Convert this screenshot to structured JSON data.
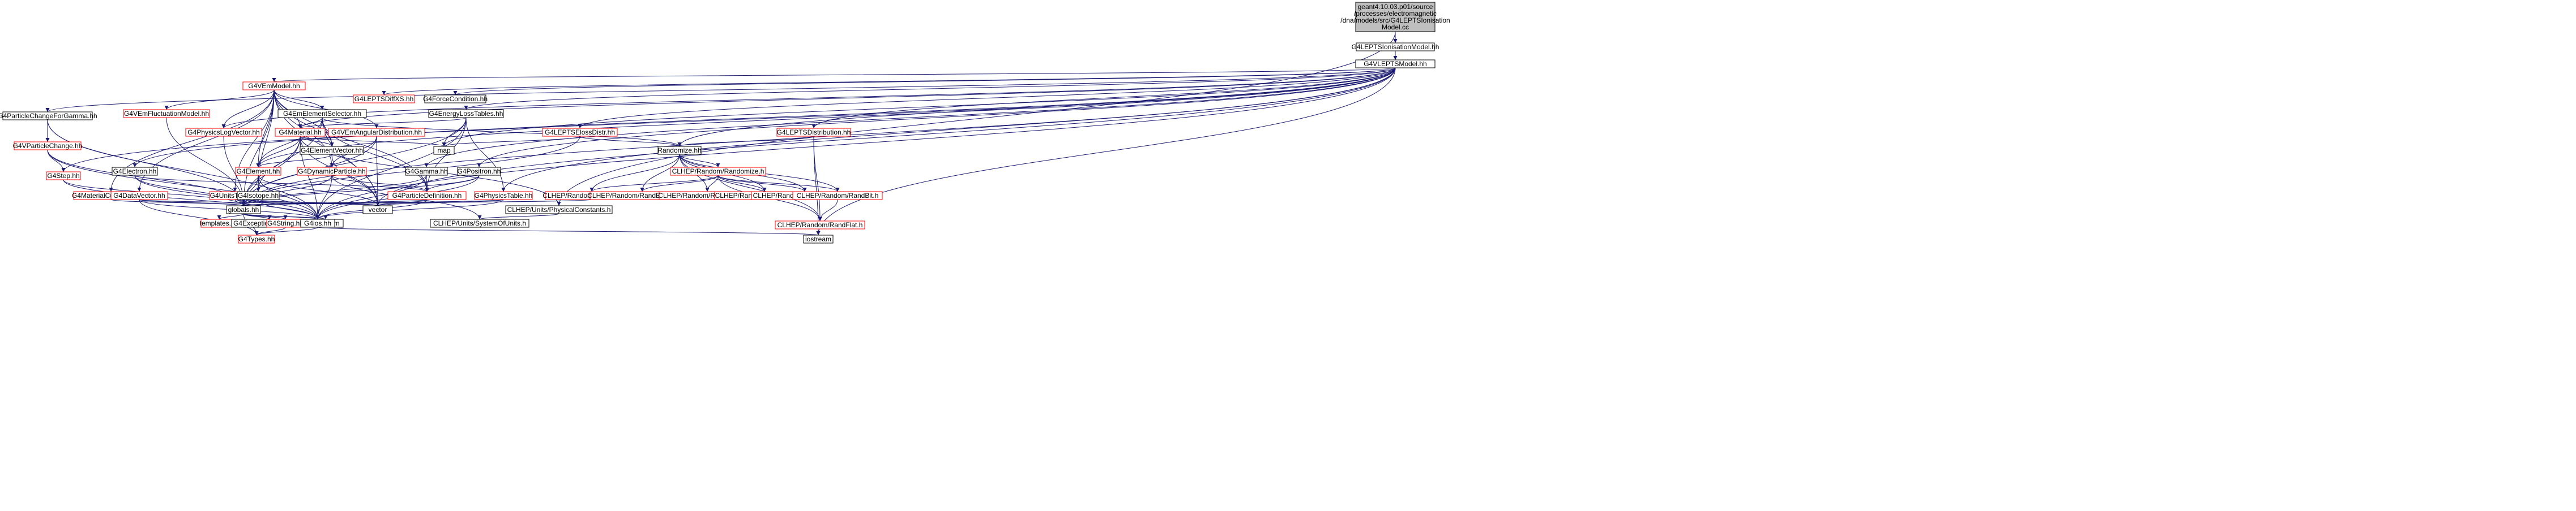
{
  "diagram": {
    "type": "include-dependency-graph",
    "colors": {
      "edge": "#191970",
      "root_fill": "#bfbfbf",
      "missing_border": "#ff0000",
      "node_border": "#000000"
    },
    "nodes": [
      {
        "id": "root",
        "label": [
          "geant4.10.03.p01/source",
          "/processes/electromagnetic",
          "/dna/models/src/G4LEPTSIonisation",
          "Model.cc"
        ],
        "style": "root"
      },
      {
        "id": "ionmodel",
        "label": [
          "G4LEPTSIonisationModel.hh"
        ],
        "style": "plain"
      },
      {
        "id": "vmodel",
        "label": [
          "G4VLEPTSModel.hh"
        ],
        "style": "plain"
      },
      {
        "id": "pcfg",
        "label": [
          "G4ParticleChangeForGamma.hh"
        ],
        "style": "plain"
      },
      {
        "id": "vpc",
        "label": [
          "G4VParticleChange.hh"
        ],
        "style": "red"
      },
      {
        "id": "step",
        "label": [
          "G4Step.hh"
        ],
        "style": "red"
      },
      {
        "id": "vem",
        "label": [
          "G4VEmModel.hh"
        ],
        "style": "red"
      },
      {
        "id": "diffxs",
        "label": [
          "G4LEPTSDiffXS.hh"
        ],
        "style": "red"
      },
      {
        "id": "force",
        "label": [
          "G4ForceCondition.hh"
        ],
        "style": "plain"
      },
      {
        "id": "vfluct",
        "label": [
          "G4VEmFluctuationModel.hh"
        ],
        "style": "red"
      },
      {
        "id": "elsel",
        "label": [
          "G4EmElementSelector.hh"
        ],
        "style": "plain"
      },
      {
        "id": "eloss",
        "label": [
          "G4EnergyLossTables.hh"
        ],
        "style": "plain"
      },
      {
        "id": "physlog",
        "label": [
          "G4PhysicsLogVector.hh"
        ],
        "style": "red"
      },
      {
        "id": "material",
        "label": [
          "G4Material.hh"
        ],
        "style": "red"
      },
      {
        "id": "angdist",
        "label": [
          "G4VEmAngularDistribution.hh"
        ],
        "style": "red"
      },
      {
        "id": "elossdistr",
        "label": [
          "G4LEPTSElossDistr.hh"
        ],
        "style": "red"
      },
      {
        "id": "leptsdist",
        "label": [
          "G4LEPTSDistribution.hh"
        ],
        "style": "red"
      },
      {
        "id": "elvec",
        "label": [
          "G4ElementVector.hh"
        ],
        "style": "plain"
      },
      {
        "id": "map",
        "label": [
          "map"
        ],
        "style": "plain"
      },
      {
        "id": "randomize",
        "label": [
          "Randomize.hh"
        ],
        "style": "plain"
      },
      {
        "id": "electron",
        "label": [
          "G4Electron.hh"
        ],
        "style": "plain"
      },
      {
        "id": "element",
        "label": [
          "G4Element.hh"
        ],
        "style": "red"
      },
      {
        "id": "dynpart",
        "label": [
          "G4DynamicParticle.hh"
        ],
        "style": "red"
      },
      {
        "id": "gamma",
        "label": [
          "G4Gamma.hh"
        ],
        "style": "plain"
      },
      {
        "id": "positron",
        "label": [
          "G4Positron.hh"
        ],
        "style": "plain"
      },
      {
        "id": "clhrandomize",
        "label": [
          "CLHEP/Random/Randomize.h"
        ],
        "style": "red"
      },
      {
        "id": "matcuts",
        "label": [
          "G4MaterialCutsCouple.hh"
        ],
        "style": "red"
      },
      {
        "id": "datavec",
        "label": [
          "G4DataVector.hh"
        ],
        "style": "red"
      },
      {
        "id": "unitstable",
        "label": [
          "G4UnitsTable.hh"
        ],
        "style": "red"
      },
      {
        "id": "isotope",
        "label": [
          "G4Isotope.hh"
        ],
        "style": "plain"
      },
      {
        "id": "partdef",
        "label": [
          "G4ParticleDefinition.hh"
        ],
        "style": "red"
      },
      {
        "id": "physicstable",
        "label": [
          "G4PhysicsTable.hh"
        ],
        "style": "red"
      },
      {
        "id": "randgeneral",
        "label": [
          "CLHEP/Random/RandGeneral.h"
        ],
        "style": "red"
      },
      {
        "id": "randexp",
        "label": [
          "CLHEP/Random/RandExponential.h"
        ],
        "style": "red"
      },
      {
        "id": "randgamma",
        "label": [
          "CLHEP/Random/RandGamma.h"
        ],
        "style": "red"
      },
      {
        "id": "randgaussq",
        "label": [
          "CLHEP/Random/RandGaussQ.h"
        ],
        "style": "red"
      },
      {
        "id": "randpoisson",
        "label": [
          "CLHEP/Random/RandPoissonQ.h"
        ],
        "style": "red"
      },
      {
        "id": "randbit",
        "label": [
          "CLHEP/Random/RandBit.h"
        ],
        "style": "red"
      },
      {
        "id": "vector",
        "label": [
          "vector"
        ],
        "style": "plain"
      },
      {
        "id": "globals",
        "label": [
          "globals.hh"
        ],
        "style": "plain"
      },
      {
        "id": "physconst",
        "label": [
          "CLHEP/Units/PhysicalConstants.h"
        ],
        "style": "plain"
      },
      {
        "id": "randflat",
        "label": [
          "CLHEP/Random/RandFlat.h"
        ],
        "style": "red"
      },
      {
        "id": "templates",
        "label": [
          "templates.hh"
        ],
        "style": "red"
      },
      {
        "id": "excsev",
        "label": [
          "G4ExceptionSeverity.hh"
        ],
        "style": "plain"
      },
      {
        "id": "g4string",
        "label": [
          "G4String.hh"
        ],
        "style": "red"
      },
      {
        "id": "algorithm",
        "label": [
          "algorithm"
        ],
        "style": "plain"
      },
      {
        "id": "g4ios",
        "label": [
          "G4ios.hh"
        ],
        "style": "plain"
      },
      {
        "id": "sysunits",
        "label": [
          "CLHEP/Units/SystemOfUnits.h"
        ],
        "style": "plain"
      },
      {
        "id": "g4types",
        "label": [
          "G4Types.hh"
        ],
        "style": "red"
      },
      {
        "id": "iostream",
        "label": [
          "iostream"
        ],
        "style": "plain"
      }
    ],
    "edges": [
      [
        "root",
        "ionmodel"
      ],
      [
        "root",
        "physconst"
      ],
      [
        "ionmodel",
        "vmodel"
      ],
      [
        "vmodel",
        "pcfg"
      ],
      [
        "vmodel",
        "step"
      ],
      [
        "vmodel",
        "vem"
      ],
      [
        "vmodel",
        "diffxs"
      ],
      [
        "vmodel",
        "force"
      ],
      [
        "vmodel",
        "eloss"
      ],
      [
        "vmodel",
        "physlog"
      ],
      [
        "vmodel",
        "elossdistr"
      ],
      [
        "vmodel",
        "leptsdist"
      ],
      [
        "vmodel",
        "map"
      ],
      [
        "vmodel",
        "randomize"
      ],
      [
        "vmodel",
        "electron"
      ],
      [
        "vmodel",
        "element"
      ],
      [
        "vmodel",
        "gamma"
      ],
      [
        "vmodel",
        "positron"
      ],
      [
        "vmodel",
        "physicstable"
      ],
      [
        "vmodel",
        "globals"
      ],
      [
        "vmodel",
        "g4ios"
      ],
      [
        "vmodel",
        "iostream"
      ],
      [
        "vmodel",
        "vector"
      ],
      [
        "vmodel",
        "material"
      ],
      [
        "pcfg",
        "vpc"
      ],
      [
        "pcfg",
        "globals"
      ],
      [
        "pcfg",
        "g4ios"
      ],
      [
        "vpc",
        "step"
      ],
      [
        "vpc",
        "globals"
      ],
      [
        "vpc",
        "g4ios"
      ],
      [
        "step",
        "globals"
      ],
      [
        "step",
        "g4ios"
      ],
      [
        "vem",
        "vfluct"
      ],
      [
        "vem",
        "elsel"
      ],
      [
        "vem",
        "physlog"
      ],
      [
        "vem",
        "material"
      ],
      [
        "vem",
        "angdist"
      ],
      [
        "vem",
        "elvec"
      ],
      [
        "vem",
        "element"
      ],
      [
        "vem",
        "dynpart"
      ],
      [
        "vem",
        "matcuts"
      ],
      [
        "vem",
        "datavec"
      ],
      [
        "vem",
        "unitstable"
      ],
      [
        "vem",
        "isotope"
      ],
      [
        "vem",
        "partdef"
      ],
      [
        "vem",
        "globals"
      ],
      [
        "vem",
        "vector"
      ],
      [
        "vfluct",
        "globals"
      ],
      [
        "elsel",
        "material"
      ],
      [
        "elsel",
        "elvec"
      ],
      [
        "elsel",
        "element"
      ],
      [
        "elsel",
        "randomize"
      ],
      [
        "elsel",
        "globals"
      ],
      [
        "elsel",
        "vector"
      ],
      [
        "elsel",
        "partdef"
      ],
      [
        "eloss",
        "material"
      ],
      [
        "eloss",
        "map"
      ],
      [
        "eloss",
        "physicstable"
      ],
      [
        "eloss",
        "partdef"
      ],
      [
        "eloss",
        "globals"
      ],
      [
        "eloss",
        "g4ios"
      ],
      [
        "physlog",
        "globals"
      ],
      [
        "material",
        "elvec"
      ],
      [
        "material",
        "element"
      ],
      [
        "material",
        "map"
      ],
      [
        "material",
        "globals"
      ],
      [
        "material",
        "g4ios"
      ],
      [
        "material",
        "vector"
      ],
      [
        "material",
        "isotope"
      ],
      [
        "material",
        "physconst"
      ],
      [
        "angdist",
        "dynpart"
      ],
      [
        "angdist",
        "globals"
      ],
      [
        "angdist",
        "vector"
      ],
      [
        "elossdistr",
        "map"
      ],
      [
        "elossdistr",
        "randomize"
      ],
      [
        "elossdistr",
        "globals"
      ],
      [
        "leptsdist",
        "randomize"
      ],
      [
        "leptsdist",
        "randflat"
      ],
      [
        "leptsdist",
        "iostream"
      ],
      [
        "elvec",
        "element"
      ],
      [
        "elvec",
        "vector"
      ],
      [
        "randomize",
        "clhrandomize"
      ],
      [
        "randomize",
        "randgeneral"
      ],
      [
        "randomize",
        "randexp"
      ],
      [
        "randomize",
        "randgamma"
      ],
      [
        "randomize",
        "randgaussq"
      ],
      [
        "randomize",
        "randpoisson"
      ],
      [
        "randomize",
        "randbit"
      ],
      [
        "randomize",
        "randflat"
      ],
      [
        "electron",
        "partdef"
      ],
      [
        "electron",
        "globals"
      ],
      [
        "electron",
        "g4ios"
      ],
      [
        "element",
        "isotope"
      ],
      [
        "element",
        "globals"
      ],
      [
        "element",
        "g4ios"
      ],
      [
        "element",
        "vector"
      ],
      [
        "dynpart",
        "partdef"
      ],
      [
        "dynpart",
        "globals"
      ],
      [
        "dynpart",
        "g4ios"
      ],
      [
        "dynpart",
        "sysunits"
      ],
      [
        "gamma",
        "partdef"
      ],
      [
        "gamma",
        "globals"
      ],
      [
        "gamma",
        "g4ios"
      ],
      [
        "positron",
        "partdef"
      ],
      [
        "positron",
        "globals"
      ],
      [
        "positron",
        "g4ios"
      ],
      [
        "clhrandomize",
        "randgeneral"
      ],
      [
        "clhrandomize",
        "randexp"
      ],
      [
        "clhrandomize",
        "randgamma"
      ],
      [
        "clhrandomize",
        "randgaussq"
      ],
      [
        "clhrandomize",
        "randpoisson"
      ],
      [
        "clhrandomize",
        "randbit"
      ],
      [
        "clhrandomize",
        "randflat"
      ],
      [
        "matcuts",
        "globals"
      ],
      [
        "datavec",
        "globals"
      ],
      [
        "datavec",
        "g4ios"
      ],
      [
        "datavec",
        "vector"
      ],
      [
        "datavec",
        "g4types"
      ],
      [
        "unitstable",
        "globals"
      ],
      [
        "unitstable",
        "vector"
      ],
      [
        "isotope",
        "globals"
      ],
      [
        "isotope",
        "g4ios"
      ],
      [
        "isotope",
        "vector"
      ],
      [
        "partdef",
        "globals"
      ],
      [
        "partdef",
        "g4ios"
      ],
      [
        "partdef",
        "vector"
      ],
      [
        "physicstable",
        "globals"
      ],
      [
        "physicstable",
        "g4ios"
      ],
      [
        "physicstable",
        "vector"
      ],
      [
        "randgeneral",
        "globals"
      ],
      [
        "randbit",
        "randflat"
      ],
      [
        "globals",
        "templates"
      ],
      [
        "globals",
        "excsev"
      ],
      [
        "globals",
        "g4string"
      ],
      [
        "globals",
        "algorithm"
      ],
      [
        "globals",
        "g4ios"
      ],
      [
        "globals",
        "g4types"
      ],
      [
        "physconst",
        "sysunits"
      ],
      [
        "g4string",
        "g4types"
      ],
      [
        "g4ios",
        "g4types"
      ],
      [
        "g4ios",
        "iostream"
      ]
    ]
  }
}
